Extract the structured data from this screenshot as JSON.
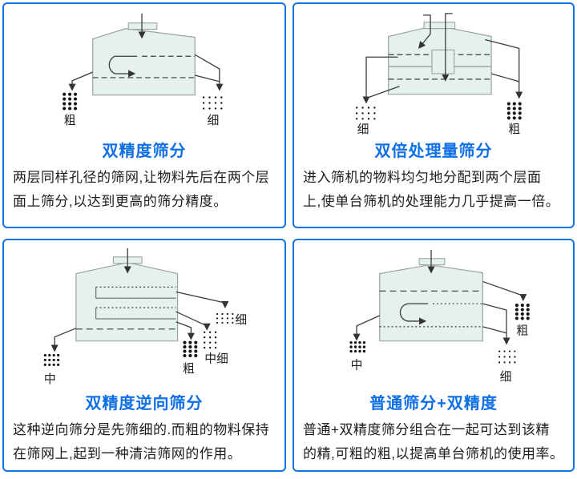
{
  "colors": {
    "accent": "#1274e2",
    "title_blue": "#0e6fe6",
    "machine_fill": "#e4f1ee",
    "diagram_line": "#3c3c3c",
    "ink": "#1c1c1c"
  },
  "panels": [
    {
      "id": "double-precision",
      "title": "双精度筛分",
      "description": "两层同样孔径的筛网,让物料先后在两个层\n面上筛分,以达到更高的筛分精度。",
      "labels": {
        "left": "粗",
        "right": "细"
      }
    },
    {
      "id": "double-throughput",
      "title": "双倍处理量筛分",
      "description": "进入筛机的物料均匀地分配到两个层面\n上,使单台筛机的处理能力几乎提高一倍。",
      "labels": {
        "left": "细",
        "right": "粗"
      }
    },
    {
      "id": "double-precision-reverse",
      "title": "双精度逆向筛分",
      "description": "这种逆向筛分是先筛细的.而粗的物料保持\n在筛网上,起到一种清洁筛网的作用。",
      "labels": {
        "left": "中",
        "right_top": "细",
        "right_mid": "中细",
        "right_bottom": "粗"
      }
    },
    {
      "id": "normal-plus-double-precision",
      "title": "普通筛分+双精度",
      "description": "普通+双精度筛分组合在一起可达到该精\n的精,可粗的粗,以提高单台筛机的使用率。",
      "labels": {
        "left": "中",
        "right_top": "粗",
        "right_bottom": "细"
      }
    }
  ]
}
